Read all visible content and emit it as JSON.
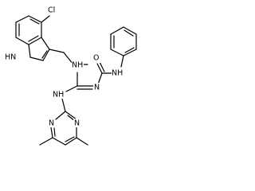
{
  "structure": {
    "atoms": {
      "cl": "Cl",
      "indole_nh": "HN",
      "guan_nh": "NH",
      "carbonyl_o": "O",
      "anilide_nh": "NH",
      "imine_n": "N",
      "pyrimidine_link_nh": "NH",
      "pyrimidine_n_upper": "N",
      "pyrimidine_n_lower": "N"
    }
  },
  "colors": {
    "bond": "#000000",
    "label": "#000000",
    "background": "#ffffff"
  }
}
